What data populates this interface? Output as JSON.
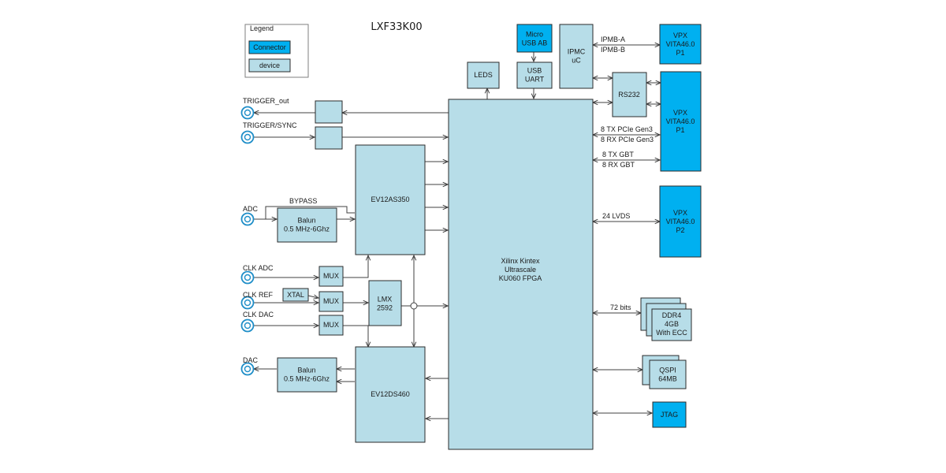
{
  "title": "LXF33K00",
  "legend": {
    "heading": "Legend",
    "connector": "Connector",
    "device": "device"
  },
  "colors": {
    "connector": "#00b0f0",
    "device": "#b7dde8",
    "jack": "#1f8ec8"
  },
  "icons": {
    "jack": "coax-connector-icon"
  },
  "blocks": {
    "fpga": [
      "Xilinx Kintex",
      "Ultrascale",
      "KU060 FPGA"
    ],
    "adc_chip": [
      "EV12AS350"
    ],
    "dac_chip": [
      "EV12DS460"
    ],
    "balun_adc": [
      "Balun",
      "0.5 MHz-6Ghz"
    ],
    "balun_dac": [
      "Balun",
      "0.5 MHz-6Ghz"
    ],
    "mux_clk_adc": [
      "MUX"
    ],
    "mux_clk_ref": [
      "MUX"
    ],
    "mux_clk_dac": [
      "MUX"
    ],
    "xtal": [
      "XTAL"
    ],
    "lmx": [
      "LMX",
      "2592"
    ],
    "leds": [
      "LEDS"
    ],
    "usb_uart": [
      "USB",
      "UART"
    ],
    "ipmc": [
      "IPMC",
      "uC"
    ],
    "rs232": [
      "RS232"
    ],
    "ddr4": [
      "DDR4",
      "4GB",
      "With ECC"
    ],
    "qspi": [
      "QSPI",
      "64MB"
    ],
    "micro_usb": [
      "Micro",
      "USB AB"
    ],
    "vpx_p1_top": [
      "VPX",
      "VITA46.0",
      "P1"
    ],
    "vpx_p1": [
      "VPX",
      "VITA46.0",
      "P1"
    ],
    "vpx_p2": [
      "VPX",
      "VITA46.0",
      "P2"
    ],
    "jtag": [
      "JTAG"
    ]
  },
  "labels": {
    "trigger_out": "TRIGGER_out",
    "trigger_sync": "TRIGGER/SYNC",
    "adc": "ADC",
    "bypass": "BYPASS",
    "clk_adc": "CLK ADC",
    "clk_ref": "CLK REF",
    "clk_dac": "CLK DAC",
    "dac": "DAC",
    "ipmb_a": "IPMB-A",
    "ipmb_b": "IPMB-B",
    "tx_pcie": "8 TX PCIe Gen3",
    "rx_pcie": "8 RX PCIe Gen3",
    "tx_gbt": "8 TX GBT",
    "rx_gbt": "8 RX GBT",
    "lvds": "24 LVDS",
    "ddr_bits": "72 bits"
  }
}
